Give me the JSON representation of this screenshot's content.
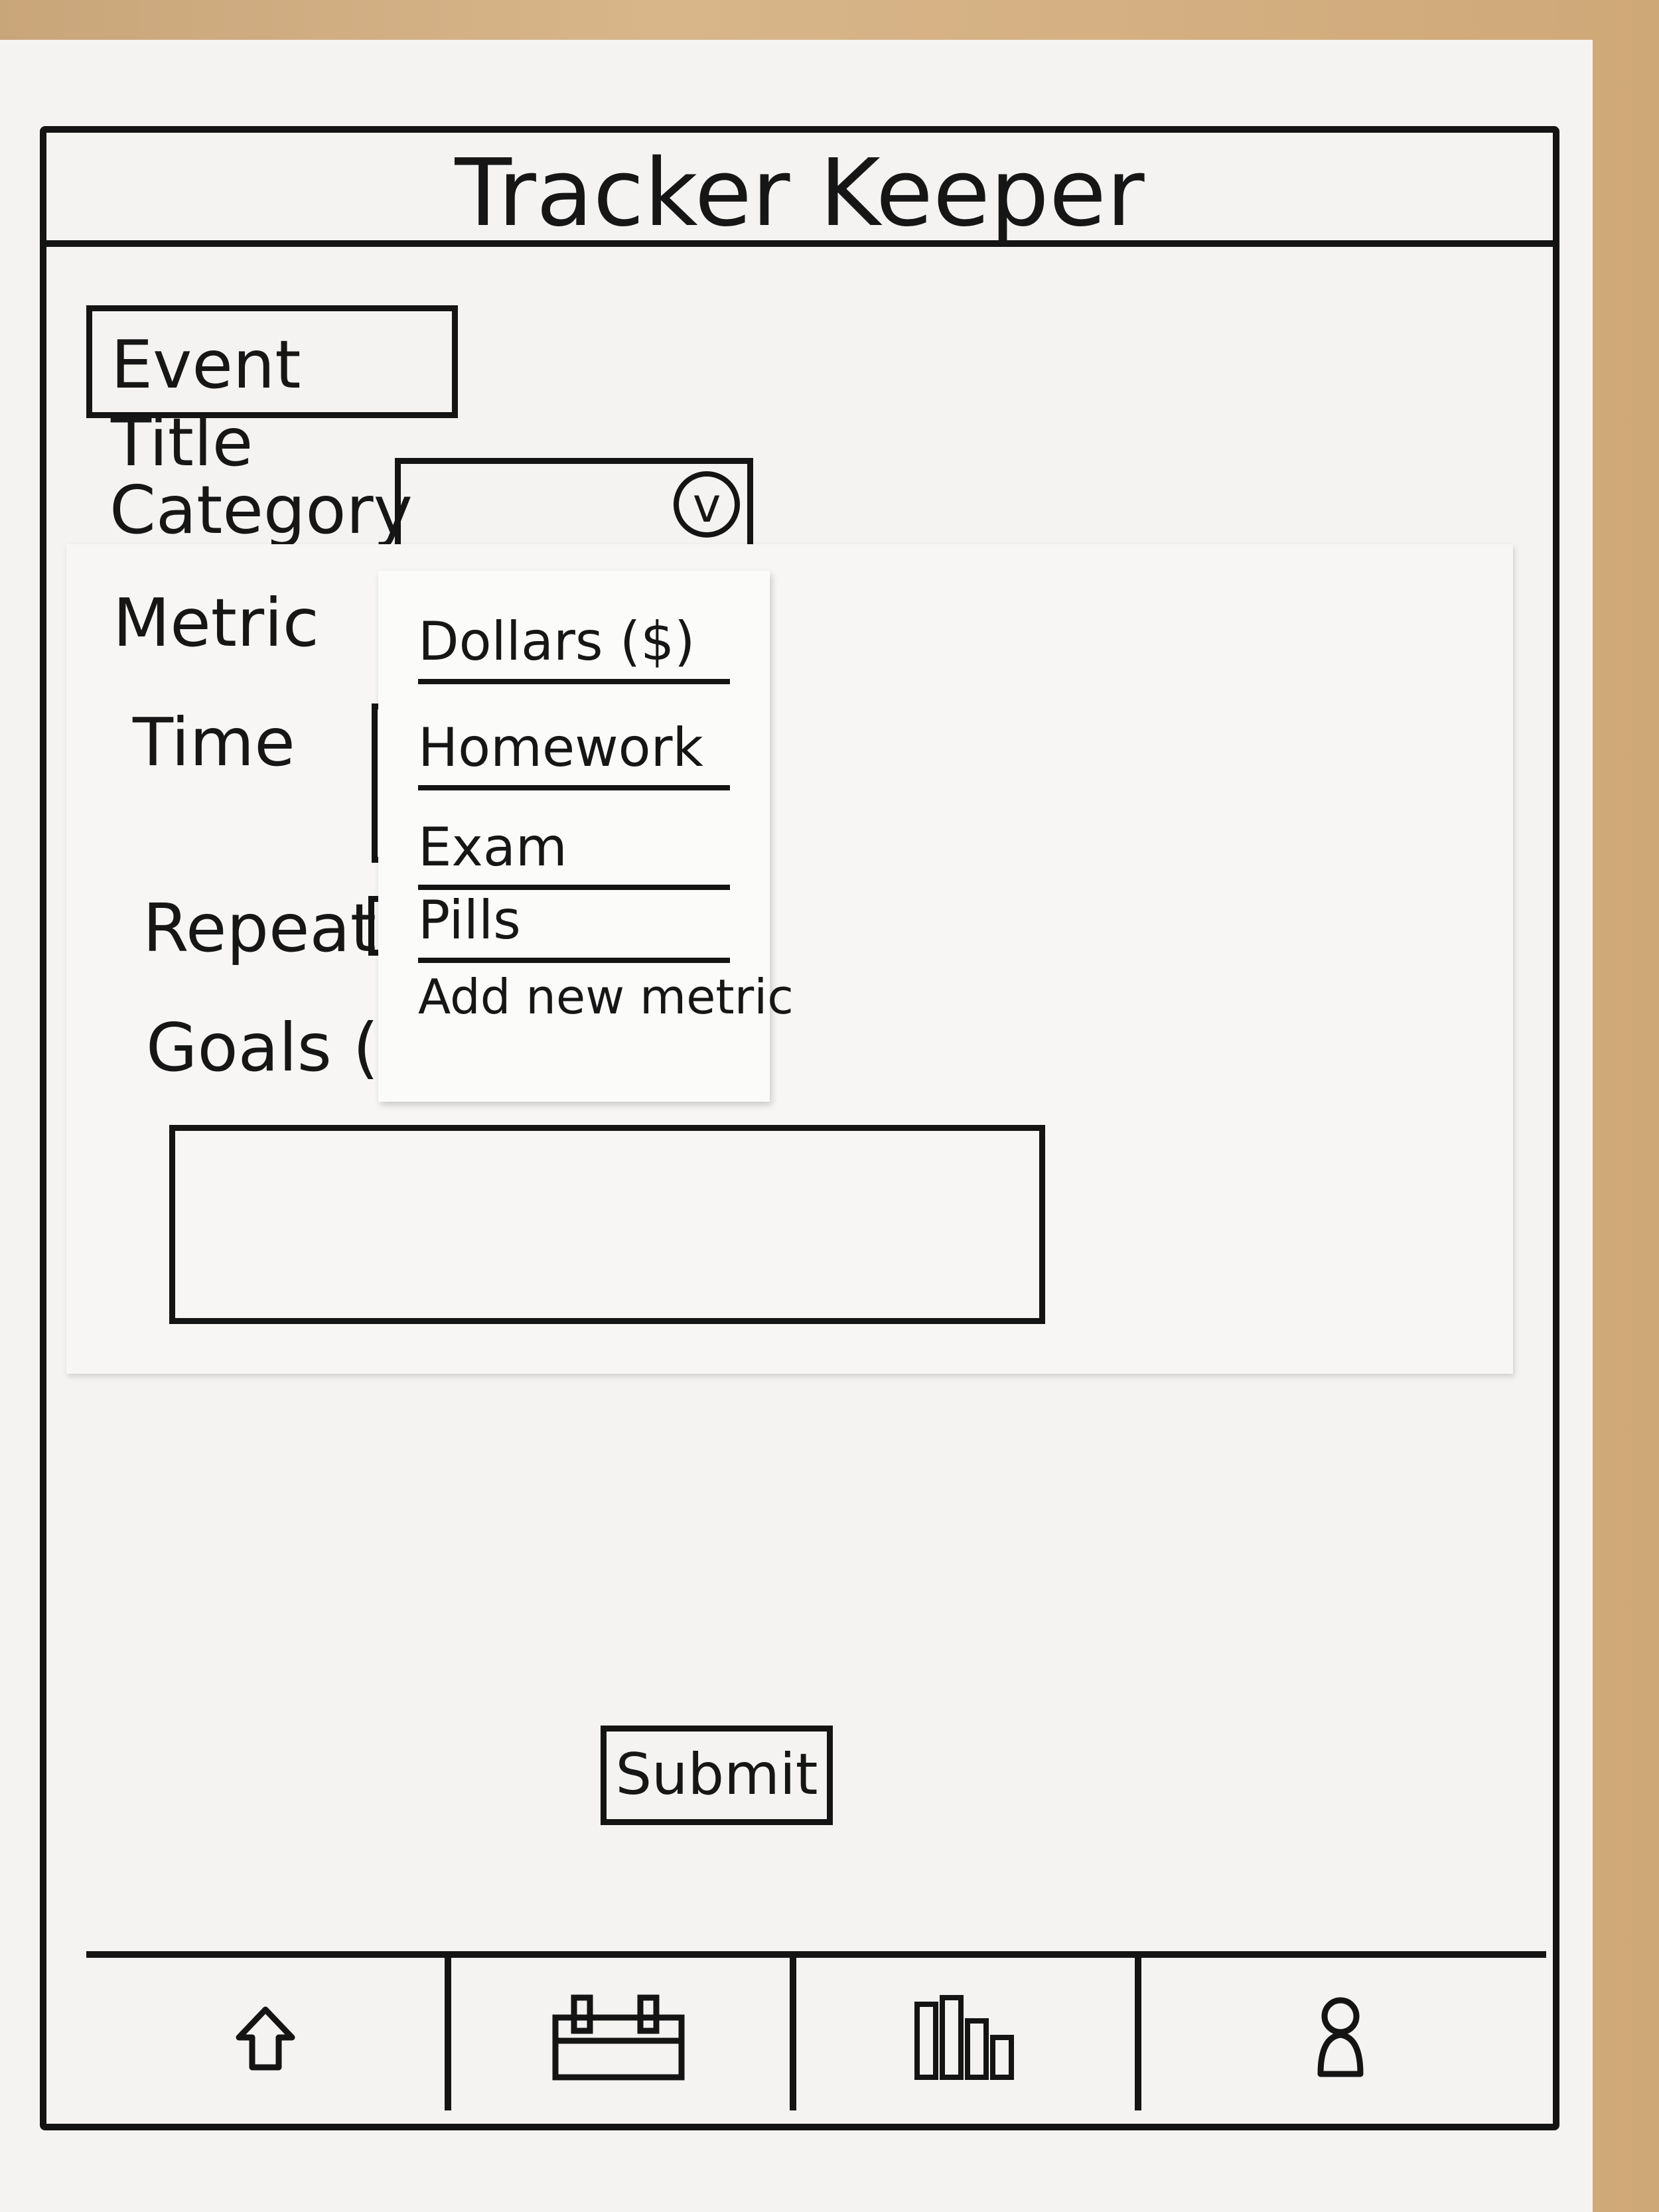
{
  "app": {
    "title": "Tracker Keeper"
  },
  "form": {
    "event_title": "Event Title",
    "category_label": "Category",
    "metric_label": "Metric",
    "time_label": "Time",
    "repeat_label": "Repeat",
    "goals_label": "Goals (de",
    "submit_label": "Submit"
  },
  "metric_dropdown": {
    "options": [
      "Dollars ($)",
      "Homework",
      "Exam",
      "Pills",
      "Add new metric"
    ]
  },
  "nav": {
    "items": [
      {
        "icon": "home-icon"
      },
      {
        "icon": "calendar-icon"
      },
      {
        "icon": "bar-chart-icon"
      },
      {
        "icon": "profile-icon"
      }
    ]
  }
}
